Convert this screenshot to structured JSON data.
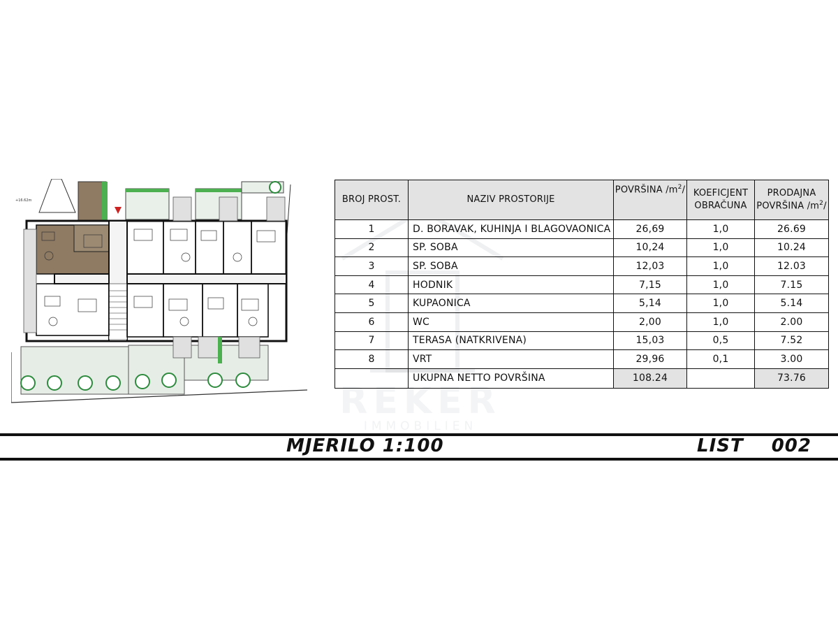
{
  "plan": {
    "elevation_label": "+16.62m"
  },
  "table": {
    "headers": {
      "col1": "BROJ PROST.",
      "col2": "NAZIV PROSTORIJE",
      "col3": "POVRŠINA  /m",
      "col3_sup": "2",
      "col3_tail": "/",
      "col4_line1": "KOEFICJENT",
      "col4_line2": "OBRAČUNA",
      "col5_line1": "PRODAJNA",
      "col5_line2": "POVRŠINA /m",
      "col5_sup": "2",
      "col5_tail": "/"
    },
    "rows": [
      {
        "num": "1",
        "name": "D. BORAVAK, KUHINJA I BLAGOVAONICA",
        "area": "26,69",
        "coef": "1,0",
        "sale": "26.69"
      },
      {
        "num": "2",
        "name": "SP. SOBA",
        "area": "10,24",
        "coef": "1,0",
        "sale": "10.24"
      },
      {
        "num": "3",
        "name": "SP. SOBA",
        "area": "12,03",
        "coef": "1,0",
        "sale": "12.03"
      },
      {
        "num": "4",
        "name": "HODNIK",
        "area": "7,15",
        "coef": "1,0",
        "sale": "7.15"
      },
      {
        "num": "5",
        "name": "KUPAONICA",
        "area": "5,14",
        "coef": "1,0",
        "sale": "5.14"
      },
      {
        "num": "6",
        "name": "WC",
        "area": "2,00",
        "coef": "1,0",
        "sale": "2.00"
      },
      {
        "num": "7",
        "name": "TERASA (NATKRIVENA)",
        "area": "15,03",
        "coef": "0,5",
        "sale": "7.52"
      },
      {
        "num": "8",
        "name": "VRT",
        "area": "29,96",
        "coef": "0,1",
        "sale": "3.00"
      }
    ],
    "total": {
      "label": "UKUPNA NETTO POVRŠINA",
      "area": "108.24",
      "sale": "73.76"
    }
  },
  "watermark": {
    "brand": "REKER",
    "sub": "IMMOBILIEN"
  },
  "footer": {
    "scale": "MJERILO  1:100",
    "sheet_label": "LIST",
    "sheet_number": "002"
  },
  "colors": {
    "line": "#111111",
    "header_fill": "#e3e3e3",
    "highlight_unit": "#8f7a63",
    "garden": "#e4ece4",
    "trees": "#2e8b3e",
    "marker": "#cc2222"
  }
}
